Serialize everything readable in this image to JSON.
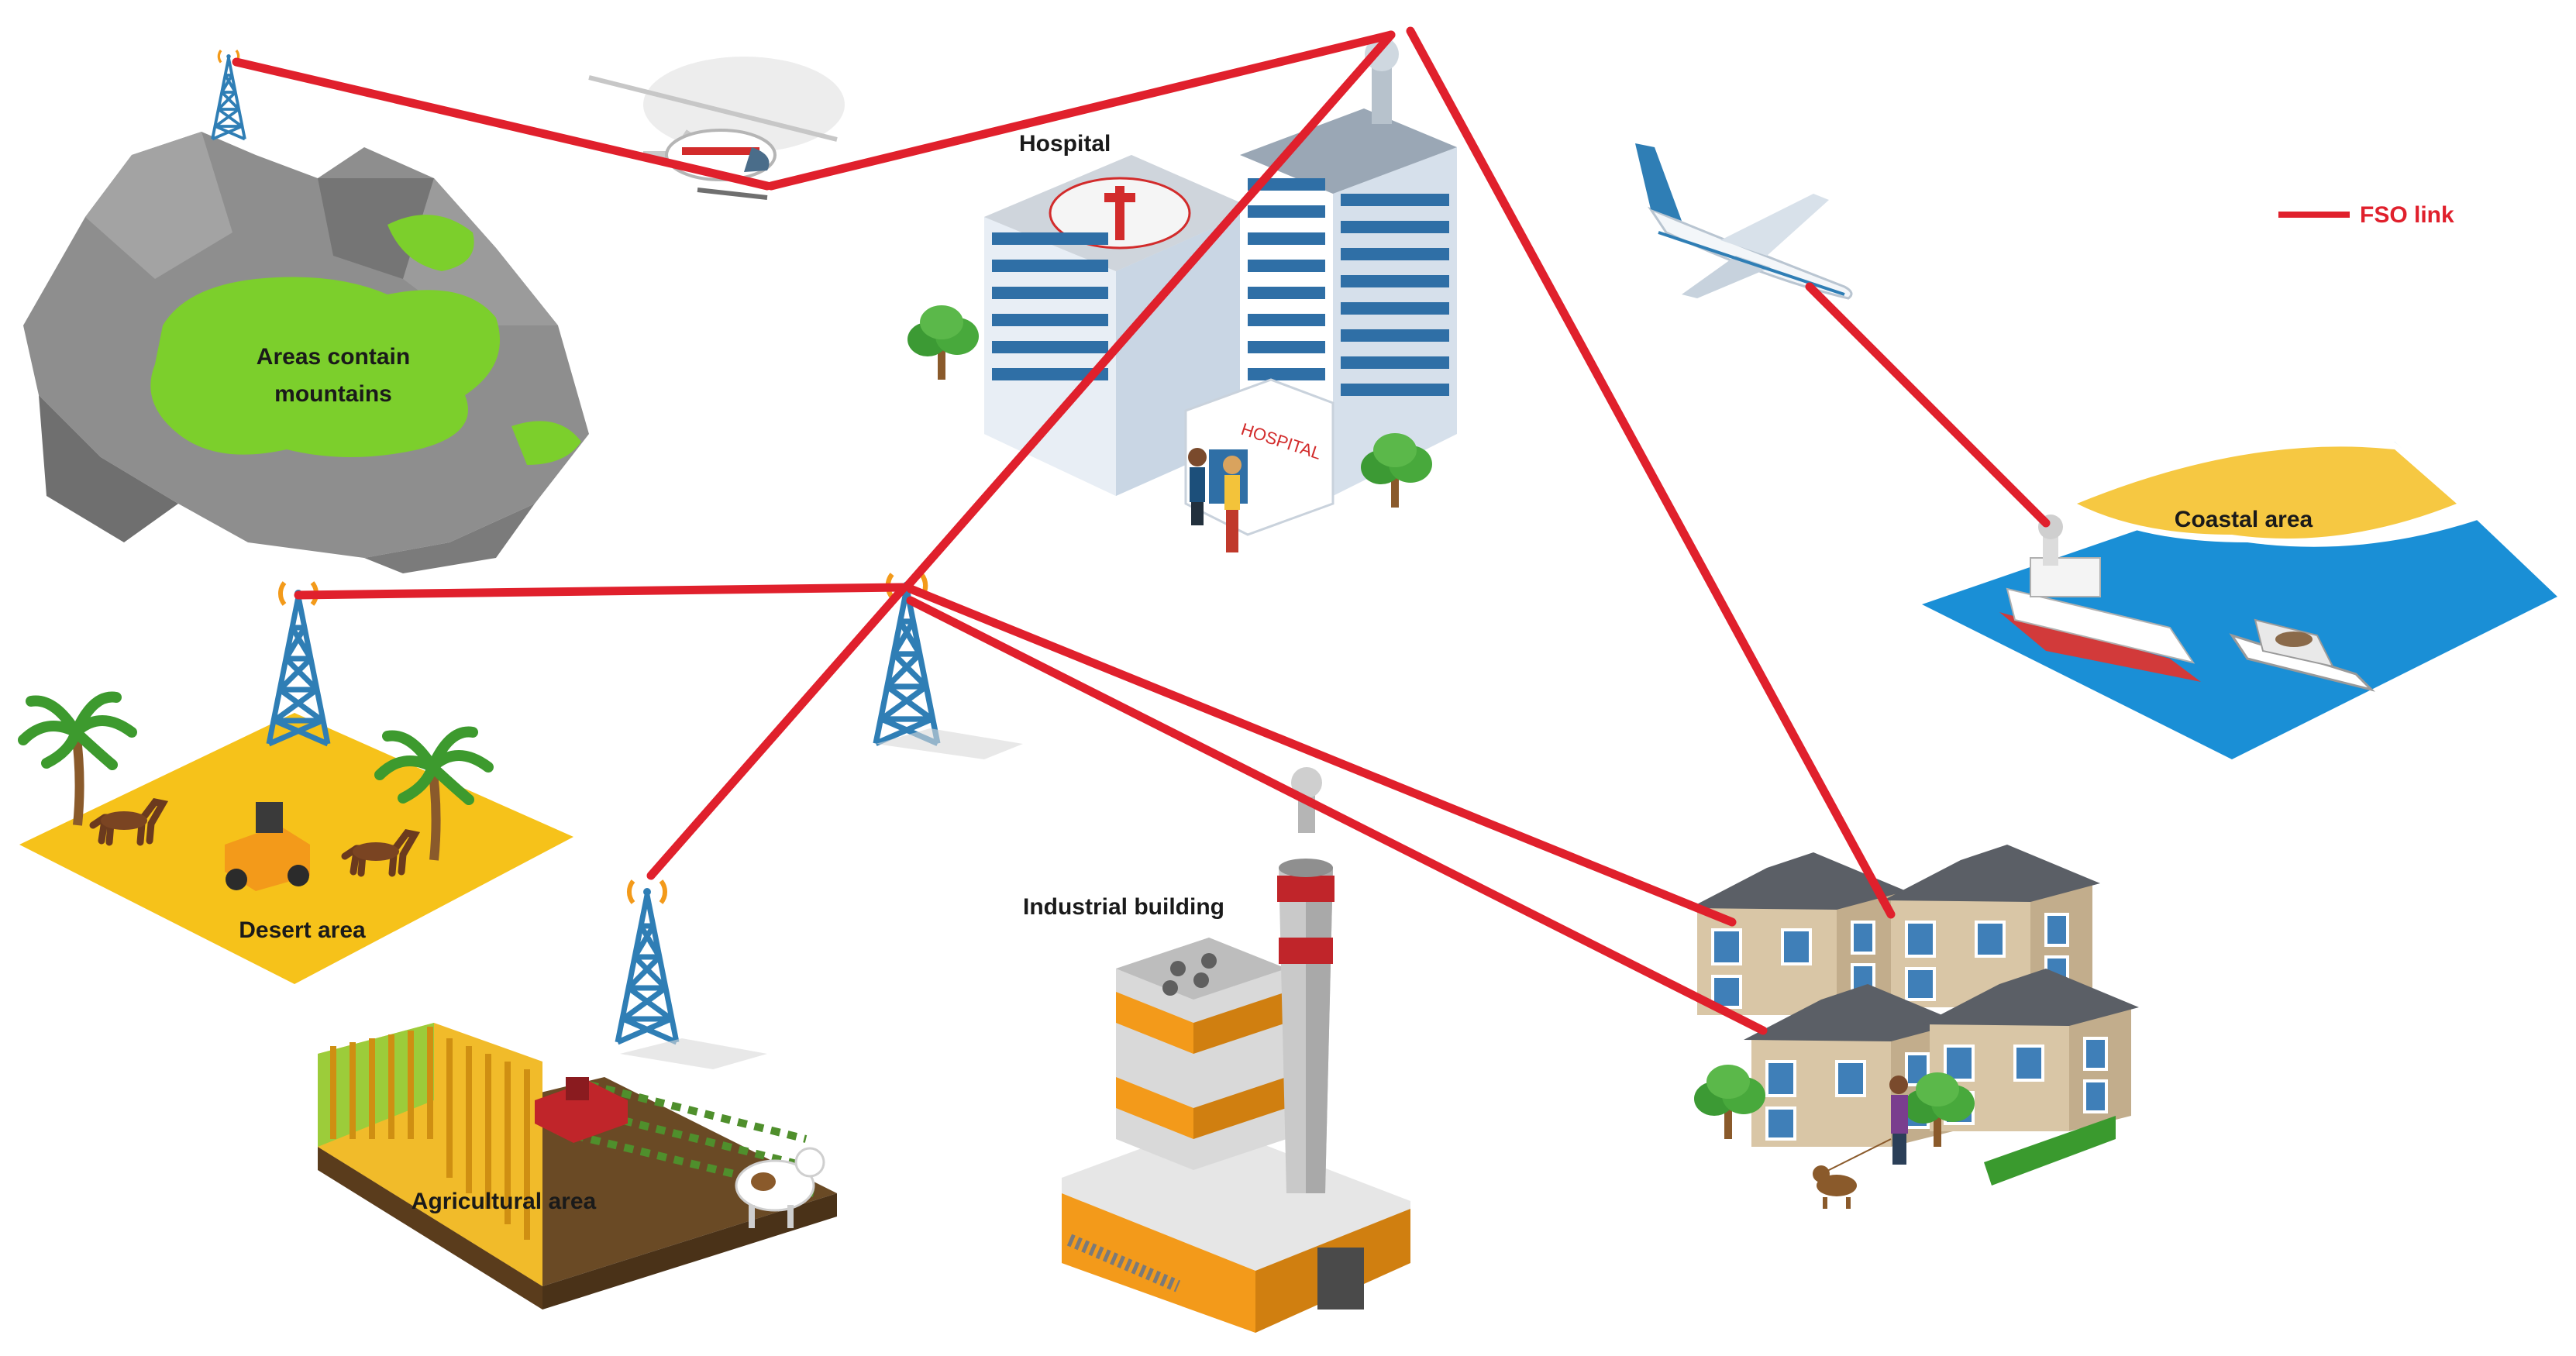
{
  "labels": {
    "hospital": "Hospital",
    "mountains_line1": "Areas contain",
    "mountains_line2": "mountains",
    "desert": "Desert area",
    "agricultural": "Agricultural area",
    "industrial": "Industrial building",
    "coastal": "Coastal area",
    "hospital_sign": "HOSPITAL"
  },
  "legend": {
    "label": "FSO link",
    "color": "#e0202c"
  },
  "icons": [
    "mountain-icon",
    "helicopter-icon",
    "hospital-building-icon",
    "airplane-icon",
    "ship-icon",
    "yacht-icon",
    "tower-icon",
    "palm-tree-icon",
    "horse-icon",
    "tractor-icon",
    "crop-field-icon",
    "cow-icon",
    "factory-icon",
    "chimney-icon",
    "houses-icon",
    "person-icon",
    "dog-icon",
    "tree-icon"
  ],
  "colors": {
    "link": "#e0202c",
    "tower": "#2f7eb5",
    "desert": "#f6c21a",
    "sea": "#1a8fd6",
    "sand": "#f6c842",
    "mountain": "#8e8e8e",
    "grass": "#7ccf2c"
  }
}
